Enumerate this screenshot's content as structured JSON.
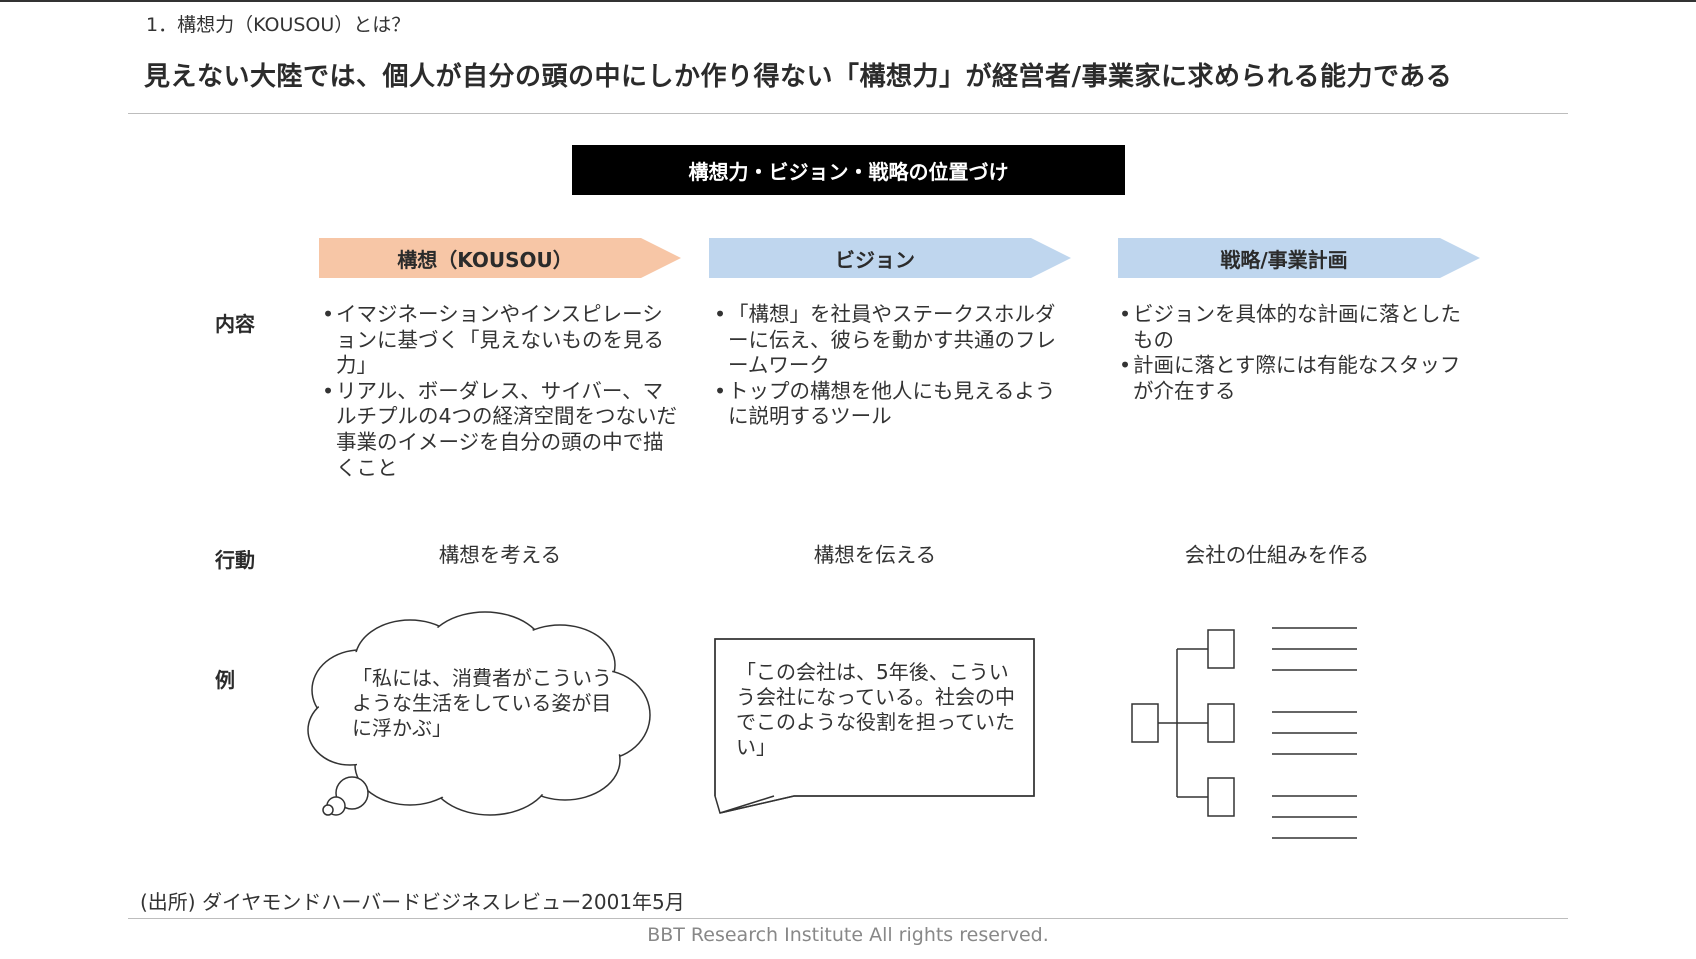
{
  "header": {
    "section": "1．構想力（KOUSOU）とは？",
    "headline": "見えない大陸では、個人が自分の頭の中にしか作り得ない「構想力」が経営者/事業家に求められる能力である"
  },
  "diagram": {
    "title": "構想力・ビジョン・戦略の位置づけ",
    "stages": [
      {
        "label": "構想（KOUSOU）",
        "color": "#f7c6a6"
      },
      {
        "label": "ビジョン",
        "color": "#bfd6ee"
      },
      {
        "label": "戦略/事業計画",
        "color": "#bfd6ee"
      }
    ],
    "row_labels": {
      "content": "内容",
      "action": "行動",
      "example": "例"
    },
    "contents": [
      [
        "イマジネーションやインスピレーションに基づく「見えないものを見る力」",
        "リアル、ボーダレス、サイバー、マルチプルの4つの経済空間をつないだ事業のイメージを自分の頭の中で描くこと"
      ],
      [
        "「構想」を社員やステークスホルダーに伝え、彼らを動かす共通のフレームワーク",
        "トップの構想を他人にも見えるように説明するツール"
      ],
      [
        "ビジョンを具体的な計画に落としたもの",
        "計画に落とす際には有能なスタッフが介在する"
      ]
    ],
    "actions": [
      "構想を考える",
      "構想を伝える",
      "会社の仕組みを作る"
    ],
    "examples": {
      "thought_bubble": "「私には、消費者がこういうような生活をしている姿が目に浮かぶ」",
      "speech_bubble": "「この会社は、5年後、こういう会社になっている。社会の中でこのような役割を担っていたい」",
      "org_chart_icon": "org-chart-icon"
    }
  },
  "source": "(出所) ダイヤモンドハーバードビジネスレビュー2001年5月",
  "footer": "BBT Research Institute All rights reserved."
}
